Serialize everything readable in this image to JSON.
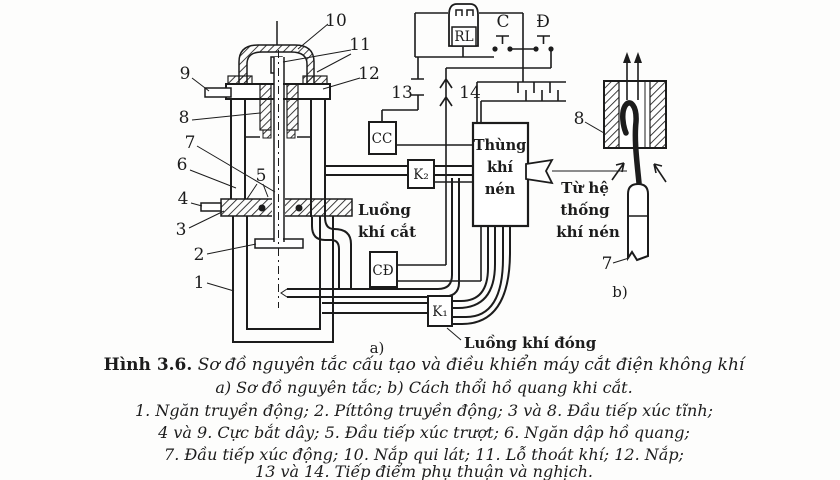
{
  "figure": {
    "caption_bold": "Hình 3.6.",
    "caption_rest": " Sơ đồ nguyên tắc cấu tạo và điều khiển máy cắt điện không khí",
    "caption_lines": [
      "a) Sơ đồ nguyên tắc; b) Cách thổi hồ quang khi cắt.",
      "1. Ngăn truyền động; 2. Píttông truyền động; 3 và 8. Đầu tiếp xúc tĩnh;",
      "4 và 9. Cực bắt dây; 5. Đầu tiếp xúc trượt; 6. Ngăn dập hồ quang;",
      "7. Đầu tiếp xúc động; 10. Nắp qui lát; 11. Lỗ thoát khí; 12. Nắp;",
      "13 và 14. Tiếp điểm phụ thuận và nghịch."
    ],
    "part_a_label": "a)",
    "part_b_label": "b)"
  },
  "diagram": {
    "boxes": {
      "relay": "RL",
      "cut_button": "C",
      "close_button": "Đ",
      "cut_coil": "CC",
      "close_coil": "CĐ",
      "cut_valve": "K₂",
      "close_valve": "K₁"
    },
    "tank": {
      "line1": "Thùng",
      "line2": "khí",
      "line3": "nén"
    },
    "flow_labels": {
      "cut_air_line1": "Luồng",
      "cut_air_line2": "khí cắt",
      "close_air": "Luồng khí đóng",
      "supply_line1": "Từ hệ",
      "supply_line2": "thống",
      "supply_line3": "khí nén"
    },
    "callouts": {
      "c1": "1",
      "c2": "2",
      "c3": "3",
      "c4": "4",
      "c5": "5",
      "c6": "6",
      "c7": "7",
      "c8": "8",
      "c9": "9",
      "c10": "10",
      "c11": "11",
      "c12": "12",
      "c13": "13",
      "c14": "14",
      "b7": "7",
      "b8": "8"
    }
  },
  "colors": {
    "ink": "#1c1c1c",
    "paper": "#fdfdfc"
  }
}
